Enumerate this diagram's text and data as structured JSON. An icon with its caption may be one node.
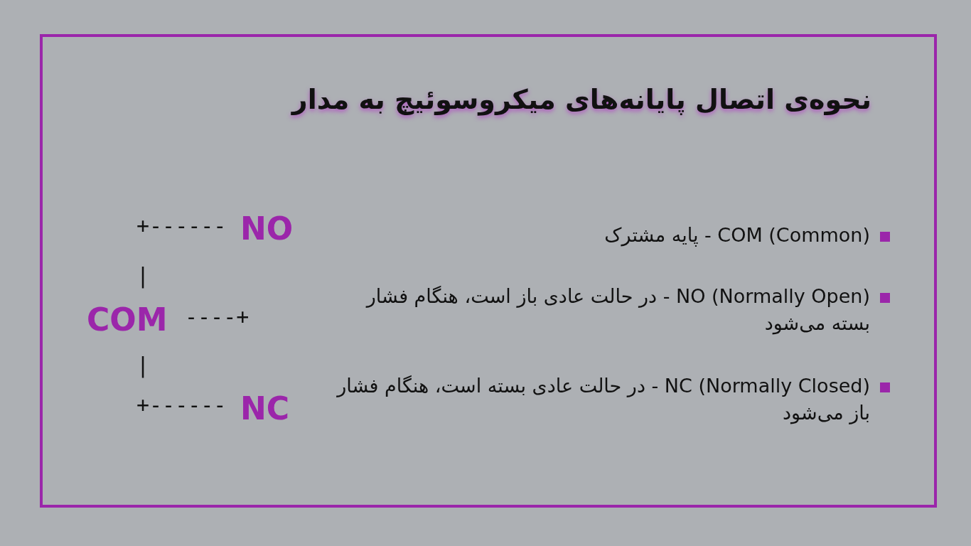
{
  "diagram": {
    "title": "نحوه‌ی اتصال پایانه‌های میکروسوئیچ به مدار",
    "labels": [
      "+------",
      "NO",
      "|",
      "COM",
      "----+",
      "|",
      "+------",
      "NC",
      "COM (Common) - پایه مشترک",
      "NO (Normally Open) - در حالت عادی باز است، هنگام فشار بسته می‌شود",
      "NC (Normally Closed) - در حالت عادی بسته است، هنگام فشار باز می‌شود"
    ]
  }
}
